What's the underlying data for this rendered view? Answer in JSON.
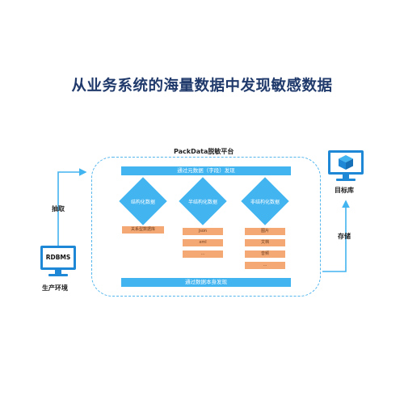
{
  "title": "从业务系统的海量数据中发现敏感数据",
  "platform": {
    "title": "PackData脱敏平台",
    "top_bar": "通过元数据（字段）发现",
    "bottom_bar": "通过数据本身发现"
  },
  "categories": [
    {
      "label": "结构化数据",
      "items": [
        "关系型数据库"
      ]
    },
    {
      "label": "半结构化数据",
      "items": [
        "json",
        "xml",
        "..."
      ]
    },
    {
      "label": "非结构化数据",
      "items": [
        "图片",
        "文档",
        "音频",
        "..."
      ]
    }
  ],
  "source": {
    "screen_text": "RDBMS",
    "label": "生产环境"
  },
  "target": {
    "label": "目标库"
  },
  "arrows": {
    "extract": "抽取",
    "store": "存储"
  },
  "colors": {
    "accent": "#42b4f0",
    "chip": "#f4a874",
    "title": "#203a6c"
  }
}
